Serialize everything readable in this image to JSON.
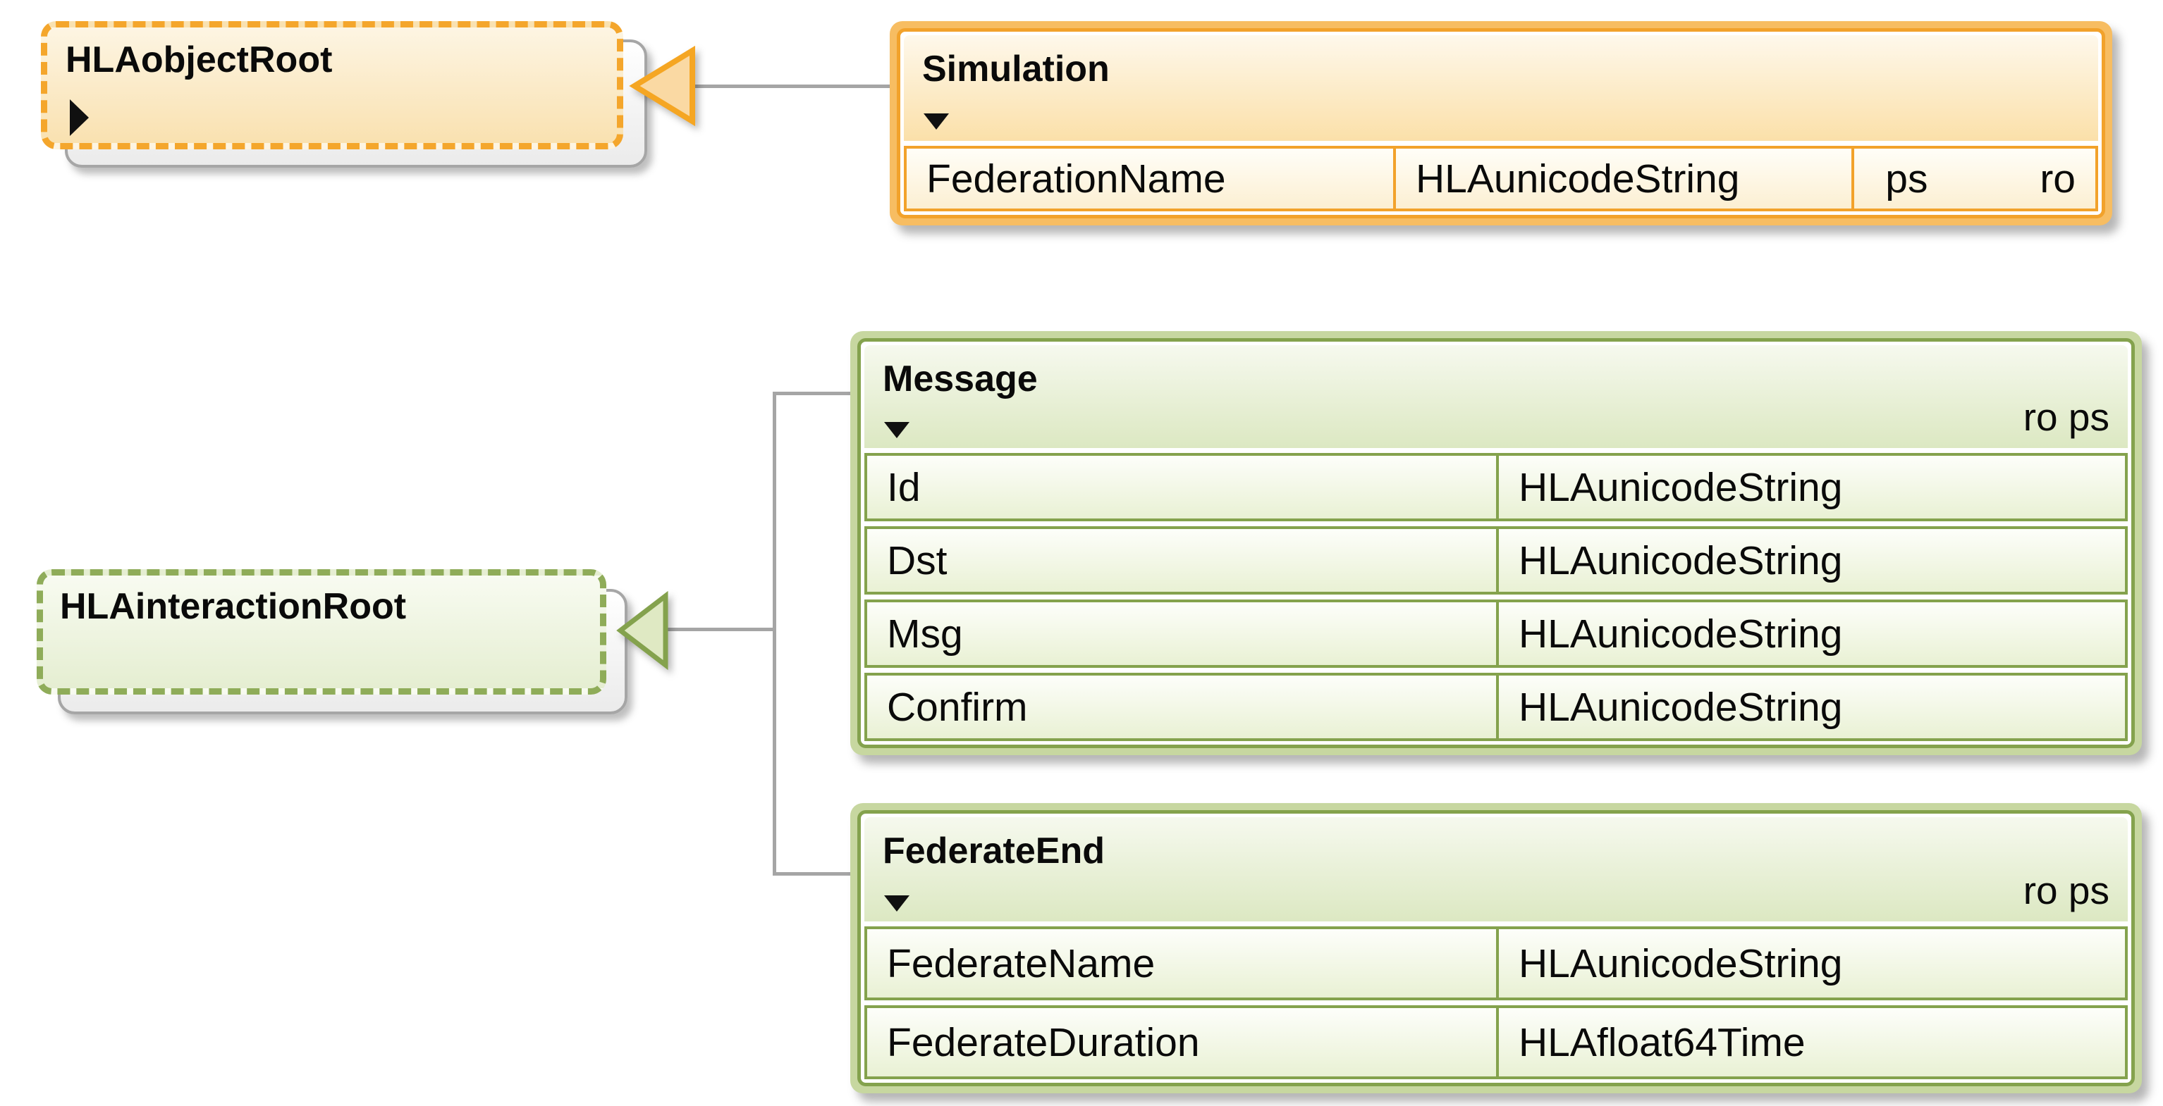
{
  "classes": {
    "hla_object_root": {
      "title": "HLAobjectRoot"
    },
    "simulation": {
      "title": "Simulation",
      "attributes": [
        {
          "name": "FederationName",
          "type": "HLAunicodeString",
          "flags": [
            "ps",
            "ro"
          ]
        }
      ]
    },
    "hla_interaction_root": {
      "title": "HLAinteractionRoot"
    },
    "message": {
      "title": "Message",
      "header_flags": "ro ps",
      "attributes": [
        {
          "name": "Id",
          "type": "HLAunicodeString"
        },
        {
          "name": "Dst",
          "type": "HLAunicodeString"
        },
        {
          "name": "Msg",
          "type": "HLAunicodeString"
        },
        {
          "name": "Confirm",
          "type": "HLAunicodeString"
        }
      ]
    },
    "federate_end": {
      "title": "FederateEnd",
      "header_flags": "ro ps",
      "attributes": [
        {
          "name": "FederateName",
          "type": "HLAunicodeString"
        },
        {
          "name": "FederateDuration",
          "type": "HLAfloat64Time"
        }
      ]
    }
  },
  "colors": {
    "orange_border": "#F2A22B",
    "orange_halo": "#F7BD62",
    "orange_fill_light": "#FDF5E3",
    "green_border": "#84A24D",
    "green_halo": "#C7D7A0",
    "green_fill_light": "#F8FBF1",
    "connector_gray": "#A5A5A5",
    "shadow_paper_border": "#A6A6A6"
  }
}
